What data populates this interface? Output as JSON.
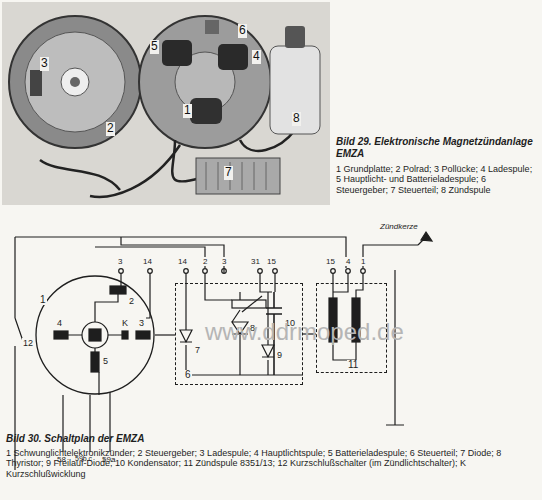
{
  "diagram": {
    "caption": "Bild 30. Schaltplan der EMZA",
    "nodes": [
      {
        "text": [
          "1"
        ]
      },
      {
        "text": [
          "6"
        ]
      },
      {
        "text": [
          "11"
        ]
      }
    ],
    "edges": [
      {
        "from": 0,
        "to": 1,
        "arrow": "none"
      },
      {
        "from": 1,
        "to": 2,
        "arrow": "none"
      }
    ],
    "labels": [
      "3",
      "2",
      "5",
      "6",
      "4",
      "1",
      "8",
      "7",
      "Bild 29. Elektronische Magnetzündanlage EMZA",
      "1 Grundplatte; 2 Polrad; 3 Pollücke; 4 Ladespule; 5 Hauptlicht- und Batterieladespule; 6 Steuergeber; 7 Steuerteil; 8 Zündspule",
      "Zündkerze",
      "3",
      "14",
      "14",
      "2",
      "3",
      "31",
      "15",
      "15",
      "4",
      "1",
      "12",
      "2",
      "4",
      "K",
      "3",
      "5",
      "58",
      "59b.c",
      "59a",
      "7",
      "8",
      "9",
      "10",
      "www.ddrmoped.de",
      "1 Schwunglichtelektronikzünder; 2 Steuergeber; 3 Ladespule; 4 Hauptlichtspule; 5 Batterieladespule; 6 Steuerteil; 7 Diode; 8 Thyristor; 9 Freilauf-Diode; 10 Kondensator; 11 Zündspule 8351/13; 12 Kurzschlußschalter (im Zündlichtschalter); K Kurzschlußwicklung"
    ]
  }
}
